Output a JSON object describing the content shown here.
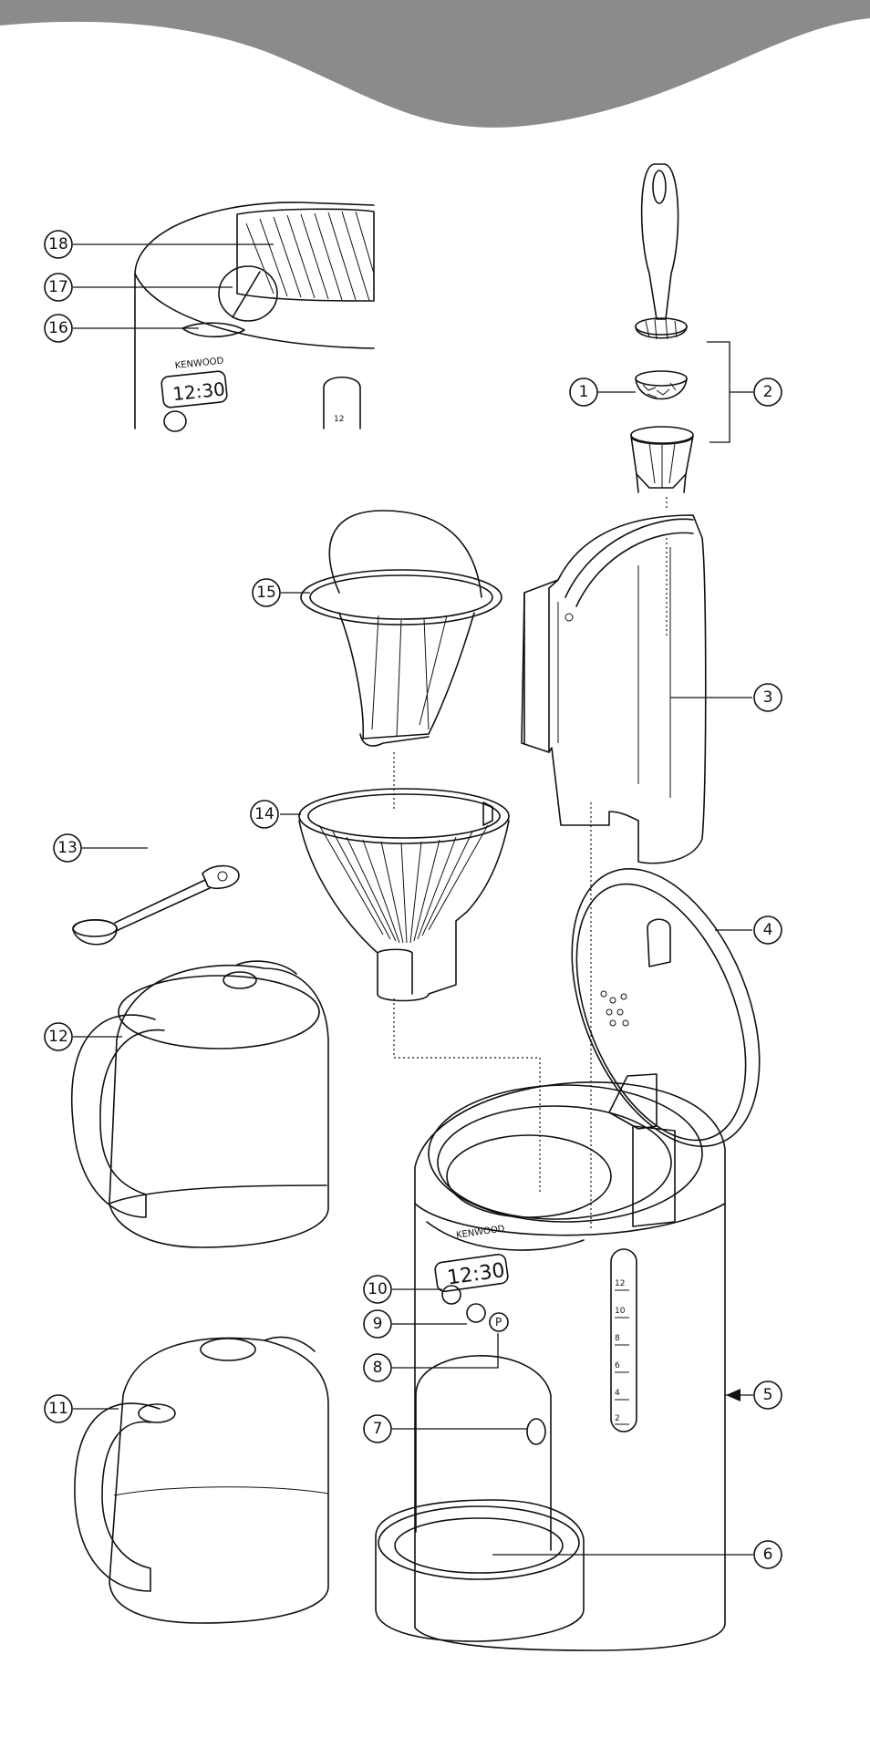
{
  "brand_text": "KENWOOD",
  "display_time": "12:30",
  "program_key_label": "P",
  "water_gauge_marks": [
    "12",
    "10",
    "8",
    "6",
    "4",
    "2"
  ],
  "callouts": [
    "1",
    "2",
    "3",
    "4",
    "5",
    "6",
    "7",
    "8",
    "9",
    "10",
    "11",
    "12",
    "13",
    "14",
    "15",
    "16",
    "17",
    "18"
  ]
}
